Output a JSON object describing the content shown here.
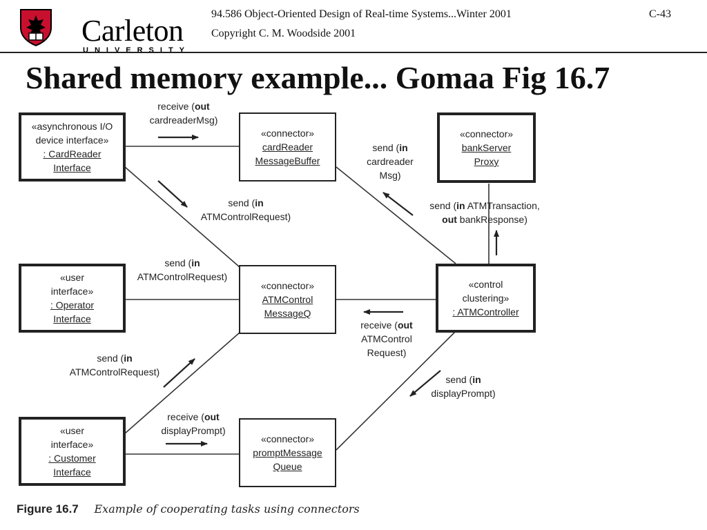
{
  "header": {
    "logo_name": "Carleton",
    "logo_sub": "UNIVERSITY",
    "course_line": "94.586  Object-Oriented Design of Real-time Systems...Winter 2001",
    "page_id": "C-43",
    "copyright": "Copyright C. M. Woodside  2001"
  },
  "title": "Shared memory example... Gomaa Fig 16.7",
  "diagram": {
    "boxes": {
      "cardreader": [
        "«asynchronous I/O",
        "device interface»",
        ": CardReader",
        "Interface"
      ],
      "operator": [
        "«user",
        "interface»",
        ": Operator",
        "Interface"
      ],
      "customer": [
        "«user",
        "interface»",
        ": Customer",
        "Interface"
      ],
      "cardbuf": [
        "«connector»",
        "cardReader",
        "MessageBuffer"
      ],
      "atmq": [
        "«connector»",
        "ATMControl",
        "MessageQ"
      ],
      "promptq": [
        "«connector»",
        "promptMessage",
        "Queue"
      ],
      "bankproxy": [
        "«connector»",
        "bankServer",
        "Proxy"
      ],
      "controller": [
        "«control",
        "clustering»",
        ": ATMController"
      ]
    },
    "labels": {
      "receive_cardreader": [
        "receive (",
        "out",
        "",
        "cardreaderMsg)"
      ],
      "send_cardreader_msg": [
        "send (",
        "in",
        "",
        "cardreader",
        "Msg)"
      ],
      "send_atm_from_card": [
        "send (",
        "in",
        "",
        "ATMControlRequest)"
      ],
      "send_atm_from_operator": [
        "send (",
        "in",
        "",
        "ATMControlRequest)"
      ],
      "send_bank": [
        "send (",
        "in",
        " ATMTransaction,",
        "out",
        " bankResponse)"
      ],
      "receive_atm_control": [
        "receive (",
        "out",
        "",
        "ATMControl",
        "Request)"
      ],
      "send_atm_from_customer": [
        "send (",
        "in",
        "",
        "ATMControlRequest)"
      ],
      "send_display_prompt": [
        "send (",
        "in",
        "",
        "displayPrompt)"
      ],
      "receive_display_prompt": [
        "receive (",
        "out",
        "",
        "displayPrompt)"
      ]
    }
  },
  "caption": {
    "figure": "Figure 16.7",
    "text": "Example of cooperating tasks using connectors"
  }
}
